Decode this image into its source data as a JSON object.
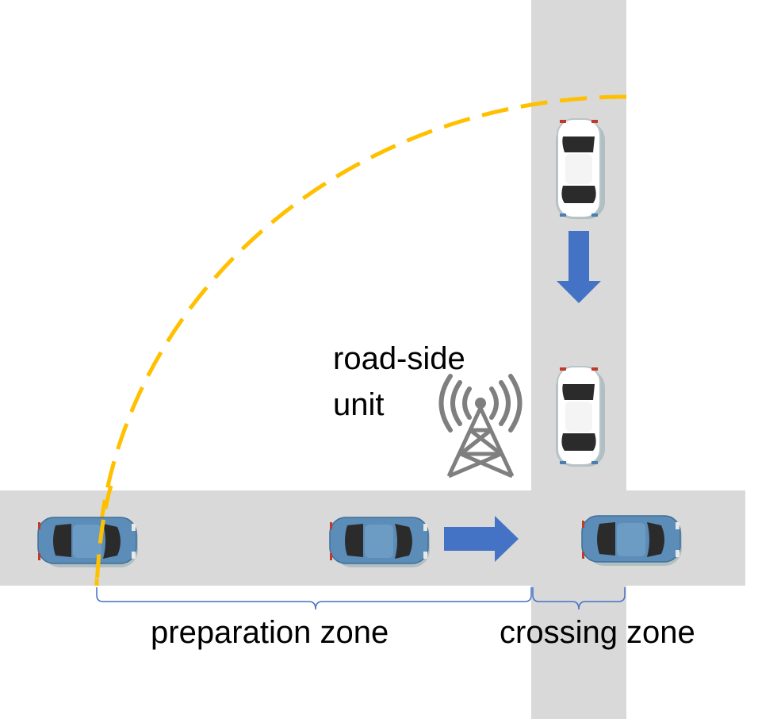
{
  "labels": {
    "rsu_line1": "road-side",
    "rsu_line2": "unit",
    "preparation_zone": "preparation zone",
    "crossing_zone": "crossing zone"
  },
  "colors": {
    "road": "#d9d9d9",
    "arc": "#ffc000",
    "arrow": "#4472c4",
    "brace": "#4472c4",
    "car_blue": "#5b8db8",
    "car_white": "#ffffff",
    "tower": "#7f7f7f"
  },
  "icons": [
    "car-icon",
    "radio-tower-icon",
    "direction-arrow-icon"
  ]
}
